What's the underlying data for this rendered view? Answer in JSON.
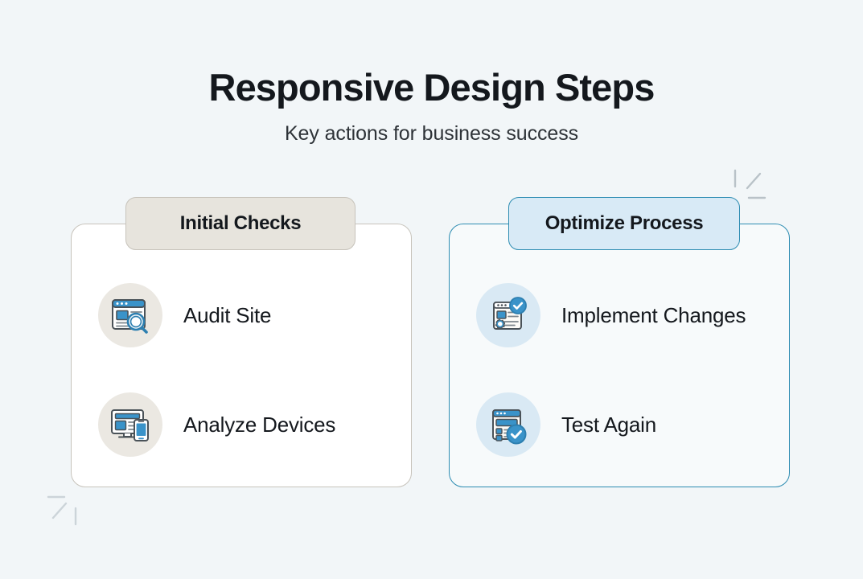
{
  "header": {
    "title": "Responsive Design Steps",
    "subtitle": "Key actions for business success"
  },
  "columns": [
    {
      "id": "initial-checks",
      "header_label": "Initial Checks",
      "accent": "#c7c3bb",
      "pill_bg": "#e7e4dd",
      "card_bg": "#ffffff",
      "icon_circle_bg": "#ebe8e2",
      "items": [
        {
          "label": "Audit Site",
          "icon": "browser-magnifier-icon"
        },
        {
          "label": "Analyze Devices",
          "icon": "monitor-phone-icon"
        }
      ]
    },
    {
      "id": "optimize-process",
      "header_label": "Optimize Process",
      "accent": "#2d8cb2",
      "pill_bg": "#d8eaf6",
      "card_bg": "#f7fafb",
      "icon_circle_bg": "#d9e9f4",
      "items": [
        {
          "label": "Implement Changes",
          "icon": "document-check-gear-icon"
        },
        {
          "label": "Test Again",
          "icon": "form-checkmark-icon"
        }
      ]
    }
  ],
  "decorations": [
    {
      "name": "sparkle-top-right",
      "strokes": 3
    },
    {
      "name": "sparkle-bottom-left",
      "strokes": 3
    }
  ],
  "theme": {
    "page_background": "#f2f6f8",
    "text_primary": "#14181d",
    "text_secondary": "#2e3338",
    "blue_accent": "#2d8cb2",
    "icon_blue": "#3a93c9",
    "icon_outline": "#4a5258"
  }
}
